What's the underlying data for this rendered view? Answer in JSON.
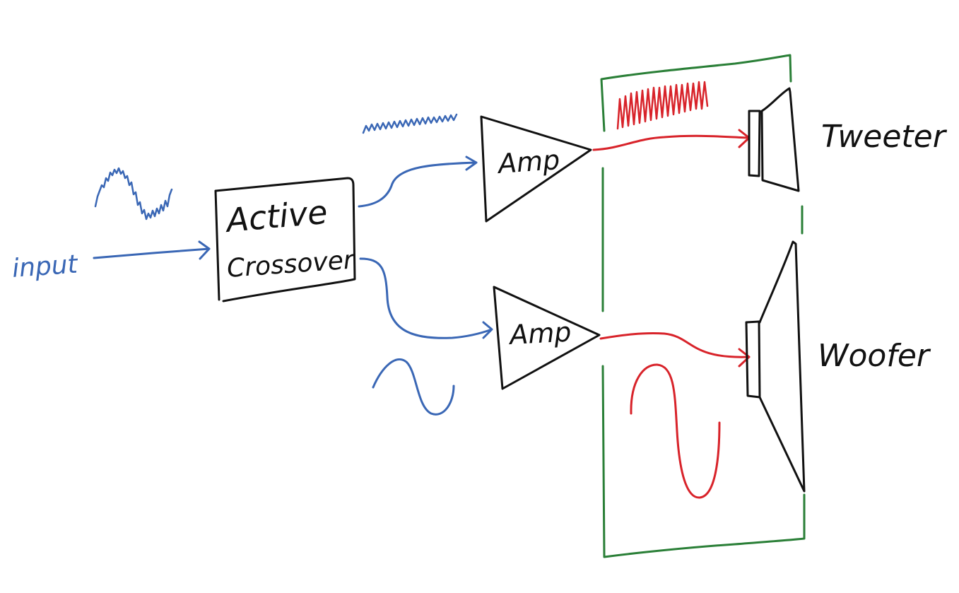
{
  "labels": {
    "input": "input",
    "crossover_line1": "Active",
    "crossover_line2": "Crossover",
    "amp_top": "Amp",
    "amp_bottom": "Amp",
    "tweeter": "Tweeter",
    "woofer": "Woofer"
  },
  "colors": {
    "ink": "#111111",
    "signal": "#3a67b5",
    "output": "#d8232a",
    "enclosure": "#2a7f37",
    "background": "#ffffff"
  }
}
